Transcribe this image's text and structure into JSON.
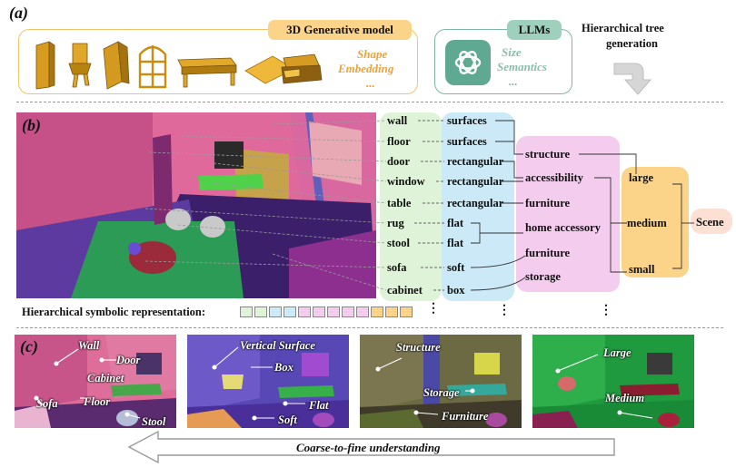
{
  "panel_a": {
    "label": "(a)",
    "gen_model_label": "3D Generative model",
    "shape_label": "Shape",
    "embedding_label": "Embedding",
    "gen_ellipsis": "...",
    "llm_label": "LLMs",
    "size_label": "Size",
    "semantics_label": "Semantics",
    "llm_ellipsis": "...",
    "tree_gen_line1": "Hierarchical tree",
    "tree_gen_line2": "generation"
  },
  "panel_b": {
    "label": "(b)",
    "objects": [
      "wall",
      "floor",
      "door",
      "window",
      "table",
      "rug",
      "stool",
      "sofa",
      "cabinet"
    ],
    "shapes": [
      "surfaces",
      "surfaces",
      "rectangular",
      "rectangular",
      "rectangular",
      "flat",
      "flat",
      "soft",
      "box"
    ],
    "functions": [
      "structure",
      "accessibility",
      "furniture",
      "home accessory",
      "furniture",
      "storage"
    ],
    "sizes": [
      "large",
      "medium",
      "small"
    ],
    "root": "Scene",
    "hier_rep_label": "Hierarchical symbolic representation:",
    "ellipsis": "⋮"
  },
  "panel_c": {
    "label": "(c)",
    "view1": [
      "Wall",
      "Door",
      "Cabinet",
      "Sofa",
      "Floor",
      "Stool"
    ],
    "view2": [
      "Vertical Surface",
      "Box",
      "Flat",
      "Soft"
    ],
    "view3": [
      "Structure",
      "Storage",
      "Furniture"
    ],
    "view4": [
      "Large",
      "Medium"
    ],
    "arrow_label": "Coarse-to-fine understanding"
  },
  "colors": {
    "gen_border": "#f2c46a",
    "gen_tag": "#fbd389",
    "llm_border": "#7fb8a4",
    "llm_tag": "#9fd0bd",
    "col_obj": "#dff3d8",
    "col_shape": "#cbe9f6",
    "col_func": "#f4cdee",
    "col_size": "#fbd48a",
    "col_root": "#fbe0d3"
  }
}
